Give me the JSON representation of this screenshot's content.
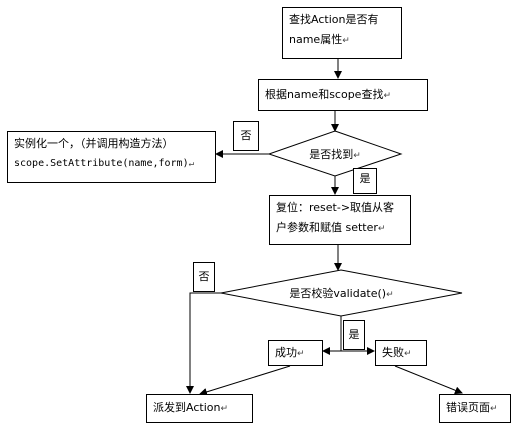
{
  "nodes": {
    "find_action": {
      "line1": "查找Action是否有",
      "line2": "name属性"
    },
    "find_by_scope": {
      "text": "根据name和scope查找"
    },
    "found_decision": {
      "text": "是否找到"
    },
    "instantiate": {
      "line1": "实例化一个，（并调用构造方法）",
      "line2": "scope.SetAttribute(name,form)"
    },
    "reset": {
      "line1": "复位：reset->取值从客",
      "line2": "户参数和赋值 setter"
    },
    "validate_decision": {
      "text": "是否校验validate()"
    },
    "success": {
      "text": "成功"
    },
    "fail": {
      "text": "失败"
    },
    "dispatch": {
      "text": "派发到Action"
    },
    "error_page": {
      "text": "错误页面"
    }
  },
  "labels": {
    "no_found": "否",
    "yes_found": "是",
    "no_validate": "否",
    "yes_validate": "是"
  },
  "return_mark": "↵"
}
